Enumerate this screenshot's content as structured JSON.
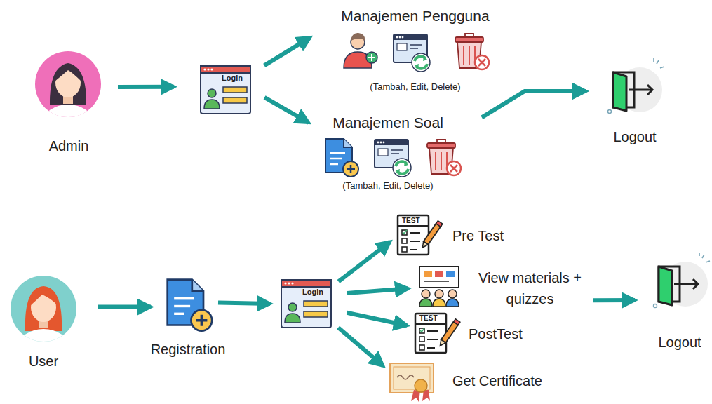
{
  "diagram": {
    "nodes": [
      {
        "text": [
          "Admin"
        ]
      },
      {
        "text": [
          "Login"
        ]
      },
      {
        "text": [
          "Manajemen Pengguna",
          "(Tambah, Edit, Delete)"
        ]
      },
      {
        "text": [
          "Manajemen Soal",
          "(Tambah, Edit, Delete)"
        ]
      },
      {
        "text": [
          "Logout"
        ]
      },
      {
        "text": [
          "User"
        ]
      },
      {
        "text": [
          "Registration"
        ]
      },
      {
        "text": [
          "Login"
        ]
      },
      {
        "text": [
          "TEST",
          "Pre Test"
        ]
      },
      {
        "text": [
          "View materials + quizzes"
        ]
      },
      {
        "text": [
          "TEST",
          "PostTest"
        ]
      },
      {
        "text": [
          "Get Certificate"
        ]
      },
      {
        "text": [
          "Logout"
        ]
      }
    ],
    "edges": [
      {
        "from": 0,
        "to": 1,
        "arrow": "to"
      },
      {
        "from": 1,
        "to": 2,
        "arrow": "to"
      },
      {
        "from": 1,
        "to": 3,
        "arrow": "to"
      },
      {
        "from": 2,
        "to": 4,
        "arrow": "to"
      },
      {
        "from": 3,
        "to": 4,
        "arrow": "to"
      },
      {
        "from": 5,
        "to": 6,
        "arrow": "to"
      },
      {
        "from": 6,
        "to": 7,
        "arrow": "to"
      },
      {
        "from": 7,
        "to": 8,
        "arrow": "to"
      },
      {
        "from": 7,
        "to": 9,
        "arrow": "to"
      },
      {
        "from": 7,
        "to": 10,
        "arrow": "to"
      },
      {
        "from": 7,
        "to": 11,
        "arrow": "to"
      },
      {
        "from": 9,
        "to": 12,
        "arrow": "to"
      }
    ]
  }
}
